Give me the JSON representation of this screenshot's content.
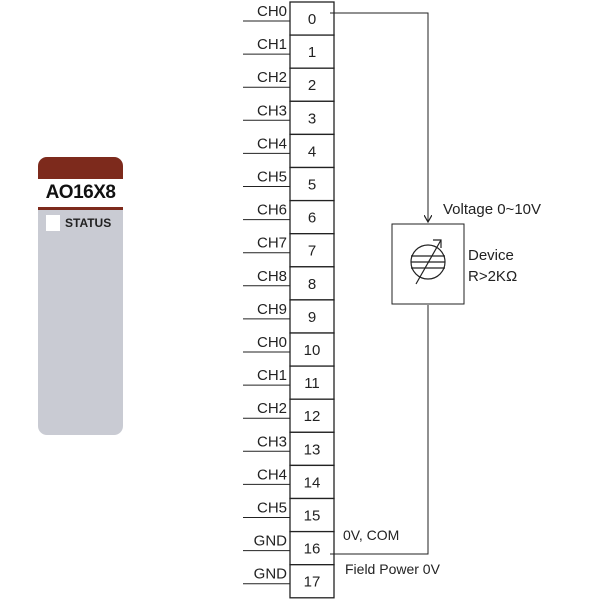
{
  "module": {
    "model": "AO16X8",
    "status_label": "STATUS"
  },
  "terminal_block": {
    "terminals": [
      {
        "number": "0",
        "signal": "CH0"
      },
      {
        "number": "1",
        "signal": "CH1"
      },
      {
        "number": "2",
        "signal": "CH2"
      },
      {
        "number": "3",
        "signal": "CH3"
      },
      {
        "number": "4",
        "signal": "CH4"
      },
      {
        "number": "5",
        "signal": "CH5"
      },
      {
        "number": "6",
        "signal": "CH6"
      },
      {
        "number": "7",
        "signal": "CH7"
      },
      {
        "number": "8",
        "signal": "CH8"
      },
      {
        "number": "9",
        "signal": "CH9"
      },
      {
        "number": "10",
        "signal": "CH0"
      },
      {
        "number": "11",
        "signal": "CH1"
      },
      {
        "number": "12",
        "signal": "CH2"
      },
      {
        "number": "13",
        "signal": "CH3"
      },
      {
        "number": "14",
        "signal": "CH4"
      },
      {
        "number": "15",
        "signal": "CH5"
      },
      {
        "number": "16",
        "signal": "GND"
      },
      {
        "number": "17",
        "signal": "GND"
      }
    ]
  },
  "device": {
    "name": "Device",
    "spec": "R>2KΩ",
    "voltage_label": "Voltage 0~10V",
    "common_label": "0V, COM",
    "field_power_label": "Field Power 0V"
  },
  "colors": {
    "module_accent": "#7d2a1c",
    "module_body": "#c9cbd3",
    "line": "#222222"
  }
}
